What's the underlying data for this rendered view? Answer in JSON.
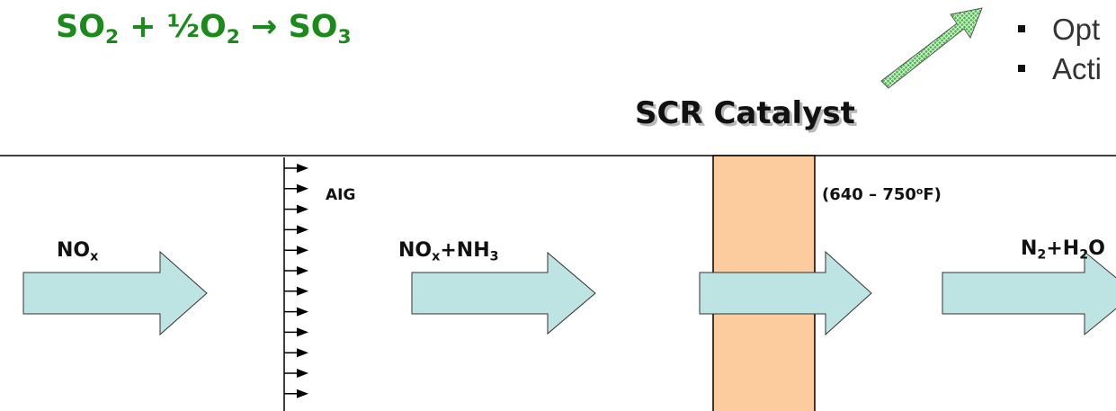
{
  "equation": {
    "so2": "SO",
    "so2_sub": "2",
    "plus": " + ",
    "half": "½",
    "o2": "O",
    "o2_sub": "2",
    "arrow": " → ",
    "so3": "SO",
    "so3_sub": "3"
  },
  "bullets": [
    "Opt",
    "Acti"
  ],
  "catalyst_label": "SCR Catalyst",
  "labels": {
    "nox": {
      "base": "NO",
      "sub": "x"
    },
    "aig": "AIG",
    "mix": {
      "a": "NO",
      "a_sub": "x",
      "mid": "+NH",
      "b_sub": "3"
    },
    "temp": {
      "open": "(640 – 750",
      "deg": "o",
      "close": "F)"
    },
    "out": {
      "a": "N",
      "a_sub": "2",
      "mid": "+H",
      "b_sub": "2",
      "end": "O"
    }
  },
  "colors": {
    "equation": "#1a8a1a",
    "flow_arrow_fill": "#bde3e3",
    "catalyst_fill": "#fccc9e",
    "hatched_arrow": "#44bb44"
  },
  "icons": {
    "flow_arrow": "right-arrow-icon",
    "jet": "small-arrowhead-icon",
    "pointer": "diagonal-hatched-arrow-icon"
  },
  "aig_jet_count": 12
}
